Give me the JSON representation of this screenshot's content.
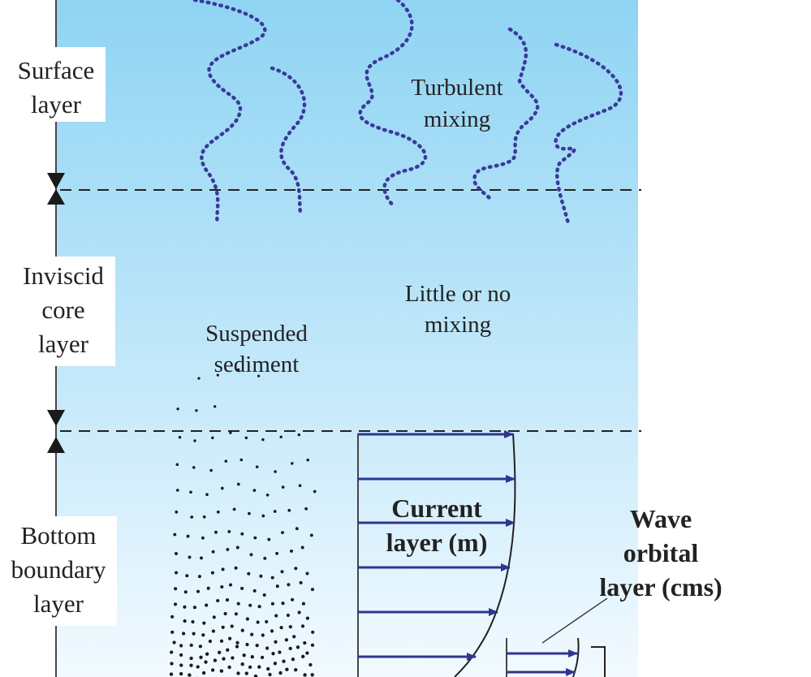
{
  "layers": {
    "surface": {
      "line1": "Surface",
      "line2": "layer"
    },
    "core": {
      "line1": "Inviscid",
      "line2": "core",
      "line3": "layer"
    },
    "bottom": {
      "line1": "Bottom",
      "line2": "boundary",
      "line3": "layer"
    }
  },
  "annotations": {
    "turbulent": {
      "line1": "Turbulent",
      "line2": "mixing"
    },
    "little": {
      "line1": "Little or no",
      "line2": "mixing"
    },
    "sediment": {
      "line1": "Suspended",
      "line2": "sediment"
    },
    "current": {
      "line1": "Current",
      "line2": "layer (m)"
    },
    "wave": {
      "line1": "Wave",
      "line2": "orbital",
      "line3": "layer (cms)"
    }
  },
  "colors": {
    "water_top": "#8fd4f3",
    "water_bottom": "#f2faff",
    "mixing_dots": "#3a3a9a",
    "current_arrows": "#2f3590",
    "sediment": "#1a1a1a"
  }
}
